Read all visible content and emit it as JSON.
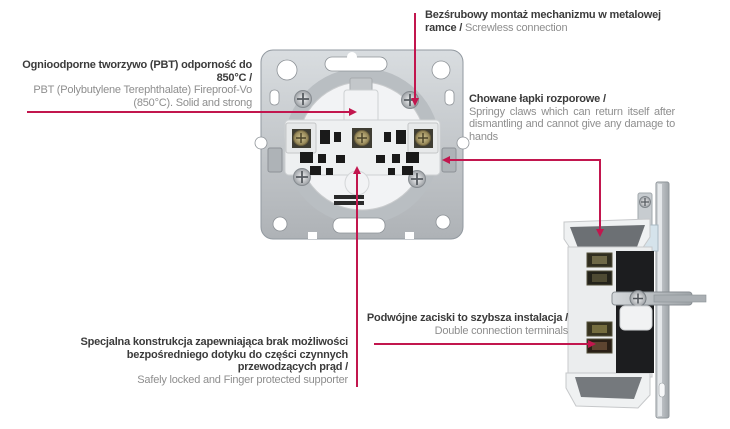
{
  "page": {
    "background": "#ffffff",
    "type": "annotated product diagram of a flush-mounted socket mechanism (rear view and side view)"
  },
  "colors": {
    "leader_line": "#c2164e",
    "primary_text": "#3b3b3b",
    "secondary_text": "#8e8e8e",
    "metal_frame": "#c6cacd",
    "mechanism_plastic": "#f2f3f5"
  },
  "callouts": {
    "screwless": {
      "pl": "Bezśrubowy montaż mechanizmu w metalowej ramce /",
      "en": "Screwless connection"
    },
    "fireproof": {
      "pl": "Ognioodporne tworzywo (PBT) odporność do 850°C /",
      "en": "PBT (Polybutylene Terephthalate) Fireproof-Vo (850°C). Solid and strong"
    },
    "claws": {
      "pl": "Chowane łapki rozporowe /",
      "en": "Springy claws which can return itself after dismantling and cannot give any damage to hands"
    },
    "terminals": {
      "pl": "Podwójne zaciski to szybsza instalacja /",
      "en": "Double connection terminals"
    },
    "protected": {
      "pl": "Specjalna konstrukcja zapewniająca brak możliwości bezpośredniego dotyku do części czynnych przewodzących prąd /",
      "en": "Safely locked and Finger protected supporter"
    }
  }
}
